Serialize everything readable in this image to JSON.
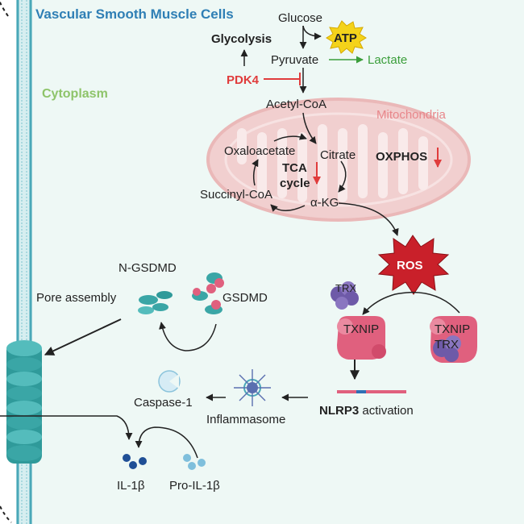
{
  "header": {
    "title": "Vascular Smooth Muscle Cells"
  },
  "compartments": {
    "cytoplasm": "Cytoplasm",
    "mitochondria": "Mitochondria"
  },
  "metabolism": {
    "glucose": "Glucose",
    "atp": "ATP",
    "glycolysis": "Glycolysis",
    "pyruvate": "Pyruvate",
    "lactate": "Lactate",
    "pdk4": "PDK4",
    "acetyl_coa": "Acetyl-CoA"
  },
  "tca": {
    "oxaloacetate": "Oxaloacetate",
    "citrate": "Citrate",
    "tca": "TCA",
    "cycle": "cycle",
    "succinyl_coa": "Succinyl-CoA",
    "akg": "α-KG",
    "oxphos": "OXPHOS"
  },
  "ros": {
    "label": "ROS"
  },
  "proteins": {
    "trx": "TRX",
    "txnip_left": "TXNIP",
    "txnip_right": "TXNIP",
    "trx_bound": "TRX"
  },
  "nlrp3": {
    "bold": "NLRP3",
    "rest": " activation"
  },
  "inflammasome": {
    "label": "Inflammasome"
  },
  "caspase": {
    "label": "Caspase-1"
  },
  "gsdmd": {
    "n_gsdmd": "N-GSDMD",
    "pore_assembly": "Pore assembly",
    "gsdmd": "GSDMD"
  },
  "il1b": {
    "mature": "IL-1β",
    "pro": "Pro-IL-1β"
  },
  "colors": {
    "background": "#eef8f5",
    "title_blue": "#2f7fb5",
    "cytoplasm_green": "#8ec46a",
    "lactate_green": "#3a9e3a",
    "inhibitor_red": "#e03c3c",
    "mito_fill": "#f1cfcf",
    "mito_label": "#e8868a",
    "ros_red": "#c9202a",
    "protein_pink": "#e0607e",
    "trx_purple": "#6e5aa8",
    "membrane_teal": "#3aa6a6",
    "arrow_dark": "#222222"
  }
}
